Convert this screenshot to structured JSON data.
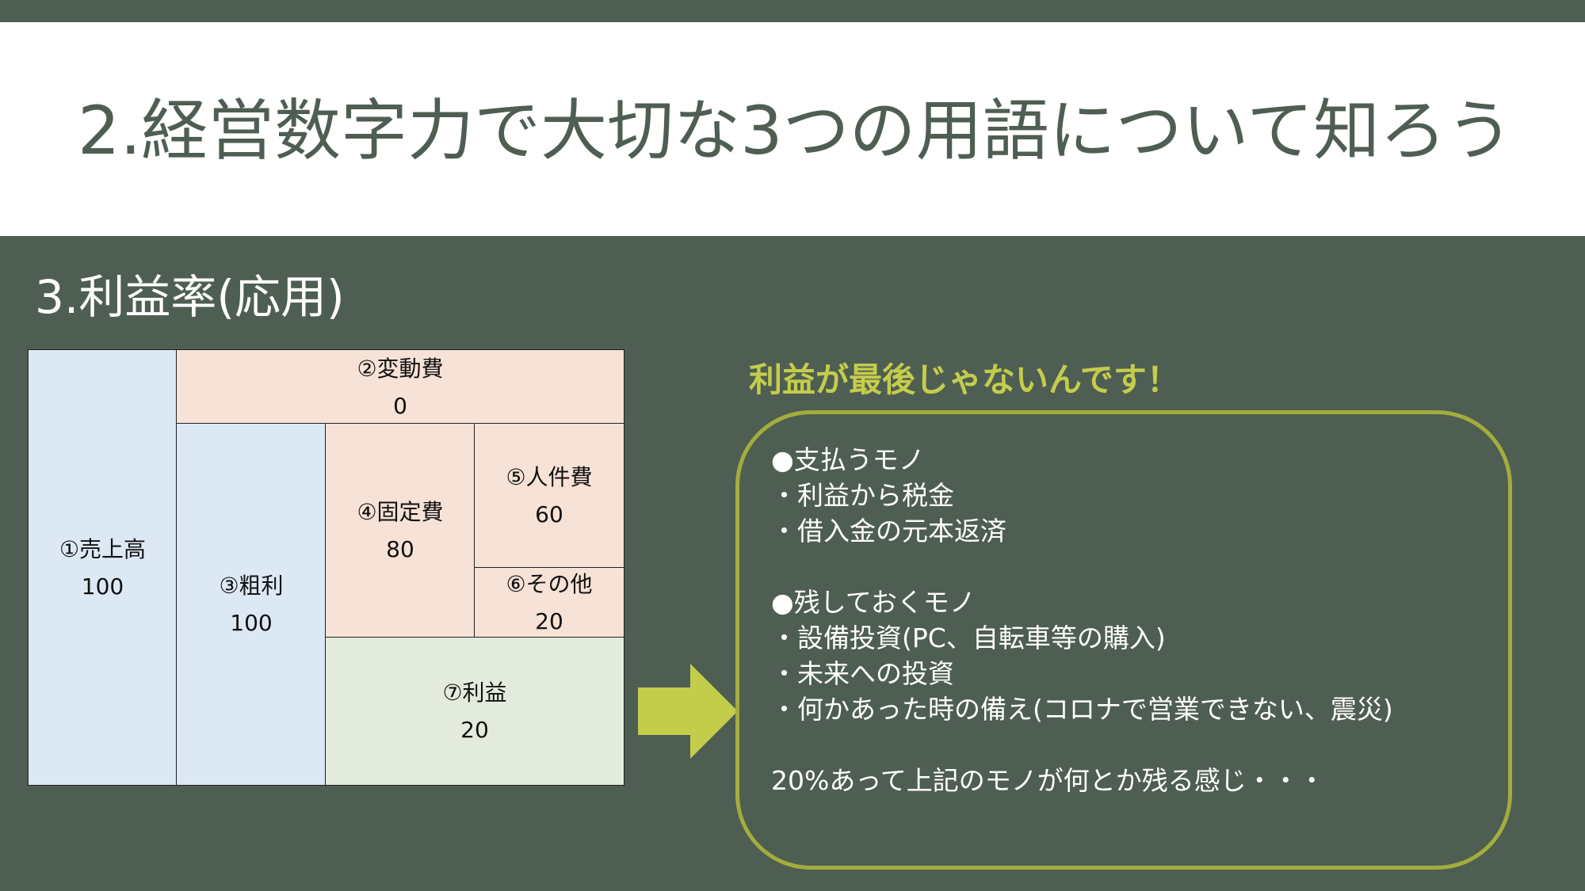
{
  "title": "2.経営数字力で大切な3つの用語について知ろう",
  "subtitle": "3.利益率(応用)",
  "diagram": {
    "sales": {
      "label": "①売上高",
      "value": "100"
    },
    "variable_cost": {
      "label": "②変動費",
      "value": "0"
    },
    "gross_profit": {
      "label": "③粗利",
      "value": "100"
    },
    "fixed_cost": {
      "label": "④固定費",
      "value": "80"
    },
    "labor_cost": {
      "label": "⑤人件費",
      "value": "60"
    },
    "other_cost": {
      "label": "⑥その他",
      "value": "20"
    },
    "profit": {
      "label": "⑦利益",
      "value": "20"
    }
  },
  "callout": {
    "headline": "利益が最後じゃないんです！",
    "pay_heading": "●支払うモノ",
    "pay_items": [
      "・利益から税金",
      "・借入金の元本返済"
    ],
    "keep_heading": "●残しておくモノ",
    "keep_items": [
      "・設備投資(PC、自転車等の購入)",
      "・未来への投資",
      "・何かあった時の備え(コロナで営業できない、震災)"
    ],
    "conclusion": "20%あって上記のモノが何とか残る感じ・・・"
  },
  "colors": {
    "background": "#4f5e52",
    "title_text": "#4f5e52",
    "blue_box": "#dde8f5",
    "peach_box": "#f6e2d6",
    "green_box": "#e3ecdc",
    "arrow": "#c4cc4c",
    "callout_border": "#a3ad3c",
    "headline": "#c4cc4c"
  }
}
